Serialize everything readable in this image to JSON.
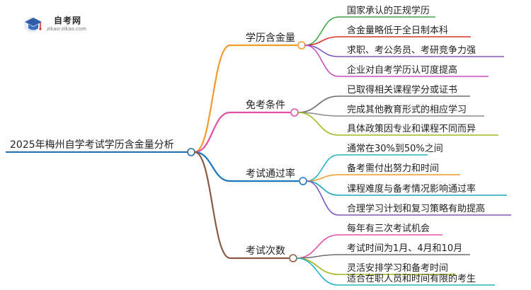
{
  "logo": {
    "title": "自考网",
    "url": "zikao-zikao.com"
  },
  "mindmap": {
    "root": {
      "label": "2025年梅州自学考试学历含金量分析",
      "color": "#1f6fb5"
    },
    "branches": [
      {
        "label": "学历含金量",
        "color": "#f29a2e",
        "children": [
          {
            "label": "国家承认的正规学历",
            "color": "#3aa845"
          },
          {
            "label": "含金量略低于全日制本科",
            "color": "#d9302b"
          },
          {
            "label": "求职、考公务员、考研竞争力强",
            "color": "#7e57c2"
          },
          {
            "label": "企业对自考学历认可度提高",
            "color": "#c94fc1"
          }
        ]
      },
      {
        "label": "免考条件",
        "color": "#e64fa6",
        "children": [
          {
            "label": "已取得相关课程学分或证书",
            "color": "#6d6d6d"
          },
          {
            "label": "完成其他教育形式的相应学习",
            "color": "#8a8a8a"
          },
          {
            "label": "具体政策因专业和课程不同而异",
            "color": "#a3b51b"
          }
        ]
      },
      {
        "label": "考试通过率",
        "color": "#1a78c2",
        "children": [
          {
            "label": "通常在30%到50%之间",
            "color": "#27b3c9"
          },
          {
            "label": "备考需付出努力和时间",
            "color": "#f29a2e"
          },
          {
            "label": "课程难度与备考情况影响通过率",
            "color": "#17a9b8"
          },
          {
            "label": "合理学习计划和复习策略有助提高",
            "color": "#7e57c2"
          }
        ]
      },
      {
        "label": "考试次数",
        "color": "#8b5a44",
        "children": [
          {
            "label": "每年有三次考试机会",
            "color": "#e64fa6"
          },
          {
            "label": "考试时间为1月、4月和10月",
            "color": "#6d6d6d"
          },
          {
            "label": "灵活安排学习和备考时间",
            "color": "#a3b51b"
          },
          {
            "label": "适合在职人员和时间有限的考生",
            "color": "#27b3c9"
          }
        ]
      }
    ]
  }
}
